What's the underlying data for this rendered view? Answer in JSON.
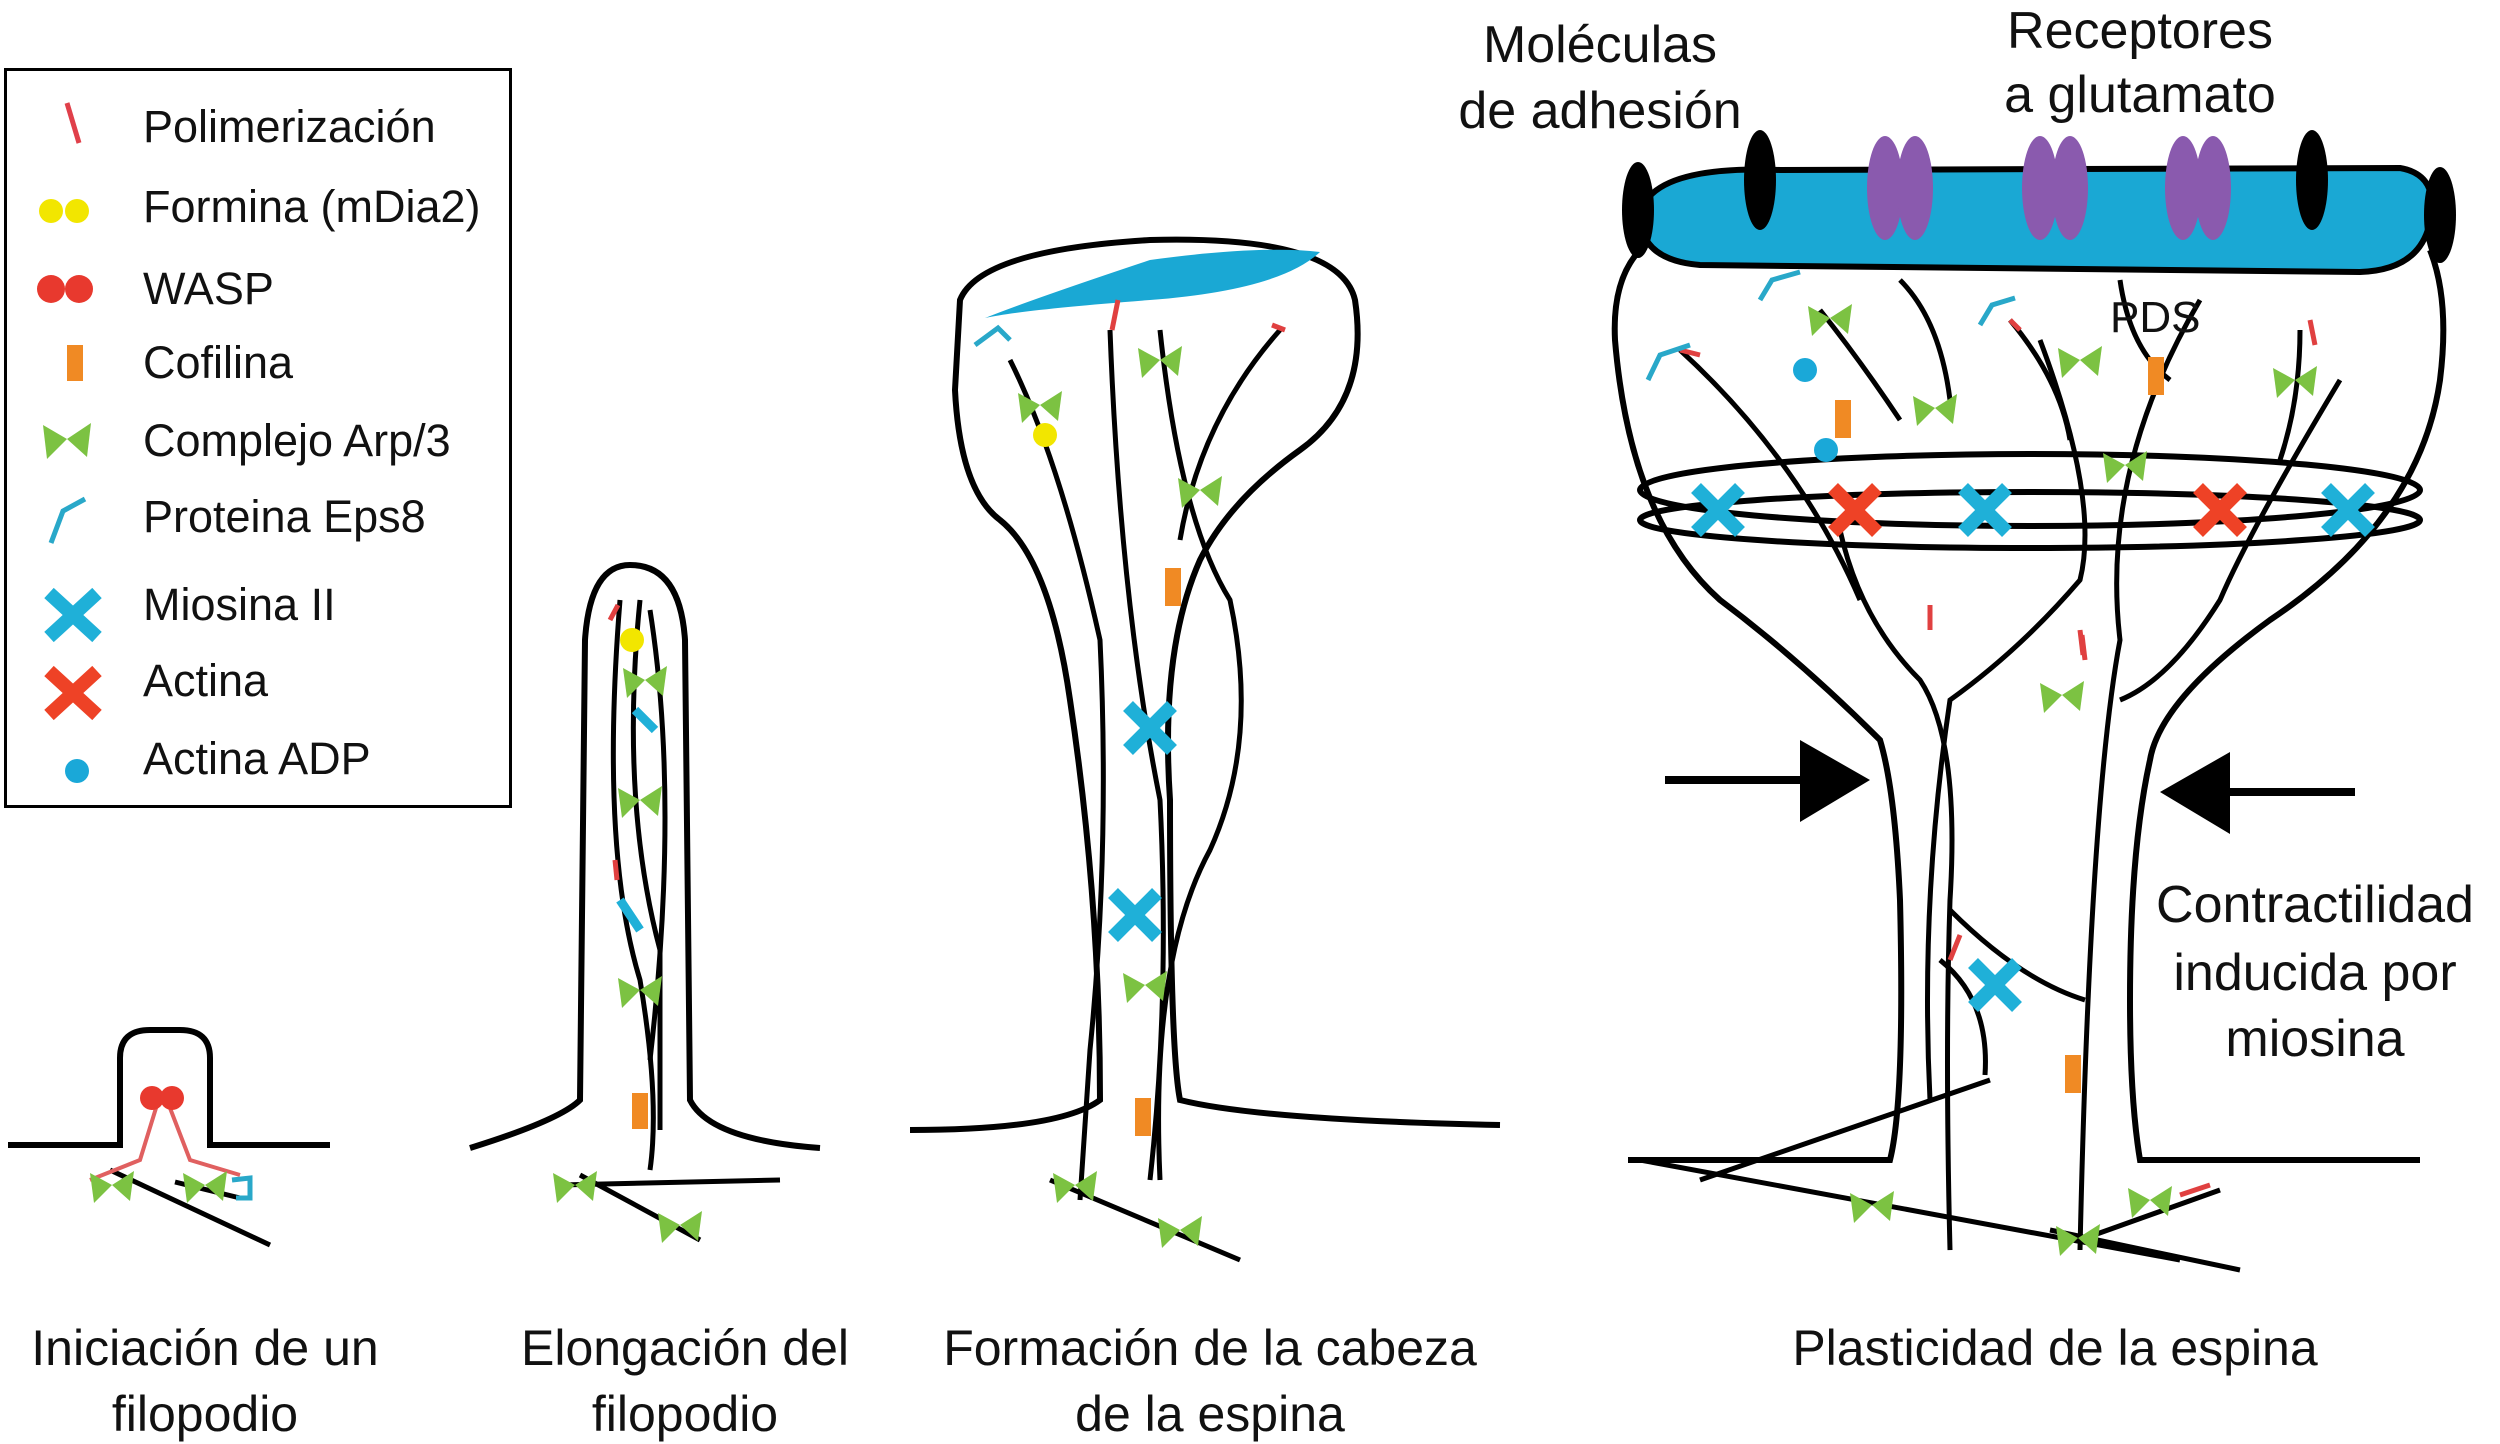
{
  "legend": [
    {
      "label": "Polimerización",
      "icon": "polymerization-icon",
      "color": "#e0404a"
    },
    {
      "label": "Formina (mDia2)",
      "icon": "formin-icon",
      "color": "#f2e600"
    },
    {
      "label": "WASP",
      "icon": "wasp-icon",
      "color": "#e8392e"
    },
    {
      "label": "Cofilina",
      "icon": "cofilin-icon",
      "color": "#f08a24"
    },
    {
      "label": "Complejo Arp/3",
      "icon": "arp-complex-icon",
      "color": "#7cc242"
    },
    {
      "label": "Proteina Eps8",
      "icon": "eps8-icon",
      "color": "#29a8c9"
    },
    {
      "label": "Miosina II",
      "icon": "myosin-icon",
      "color": "#1fb0d8"
    },
    {
      "label": "Actina",
      "icon": "actin-icon",
      "color": "#ee4226"
    },
    {
      "label": "Actina ADP",
      "icon": "adp-actin-icon",
      "color": "#1aa8d8"
    }
  ],
  "stages": [
    {
      "line1": "Iniciación de un",
      "line2": "filopodio"
    },
    {
      "line1": "Elongación del",
      "line2": "filopodio"
    },
    {
      "line1": "Formación de la cabeza",
      "line2": "de la espina"
    },
    {
      "line1": "Plasticidad de la espina",
      "line2": ""
    }
  ],
  "labels": {
    "adhesion_1": "Moléculas",
    "adhesion_2": "de adhesión",
    "receptors_1": "Receptores",
    "receptors_2": "a glutamato",
    "pds": "PDS",
    "contract_1": "Contractilidad",
    "contract_2": "inducida por",
    "contract_3": "miosina"
  },
  "colors": {
    "membrane": "#000000",
    "psd_fill": "#1aa8d4",
    "receptor": "#8a5aae"
  }
}
